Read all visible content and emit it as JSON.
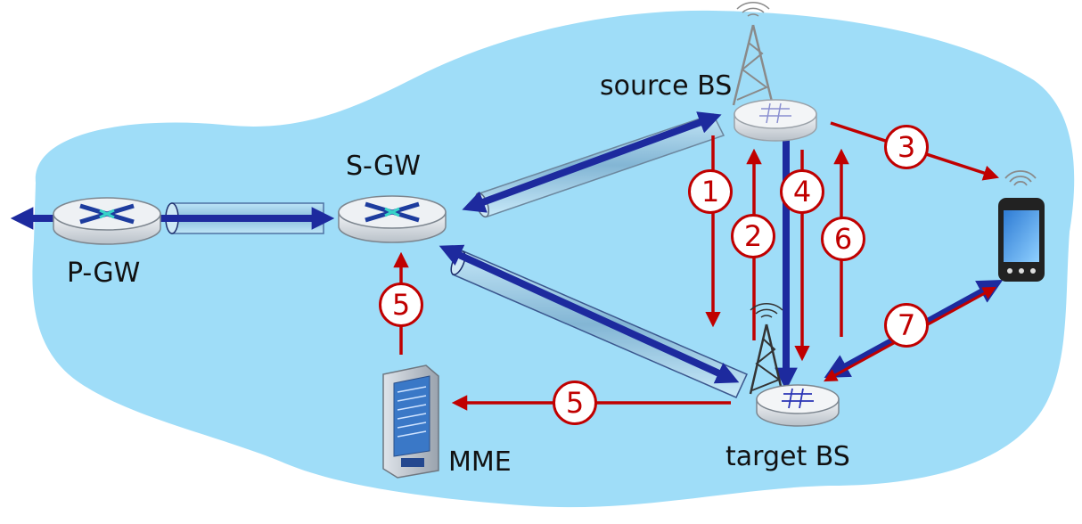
{
  "labels": {
    "pgw": "P-GW",
    "sgw": "S-GW",
    "source_bs": "source BS",
    "target_bs": "target BS",
    "mme": "MME"
  },
  "steps": {
    "s1": "1",
    "s2": "2",
    "s3": "3",
    "s4": "4",
    "s5a": "5",
    "s5b": "5",
    "s6": "6",
    "s7": "7"
  },
  "colors": {
    "cloud": "#9fddf8",
    "tunnel_blue": "#1d2a9e",
    "signal_red": "#c00000",
    "router_body": "#e4e8ec"
  }
}
